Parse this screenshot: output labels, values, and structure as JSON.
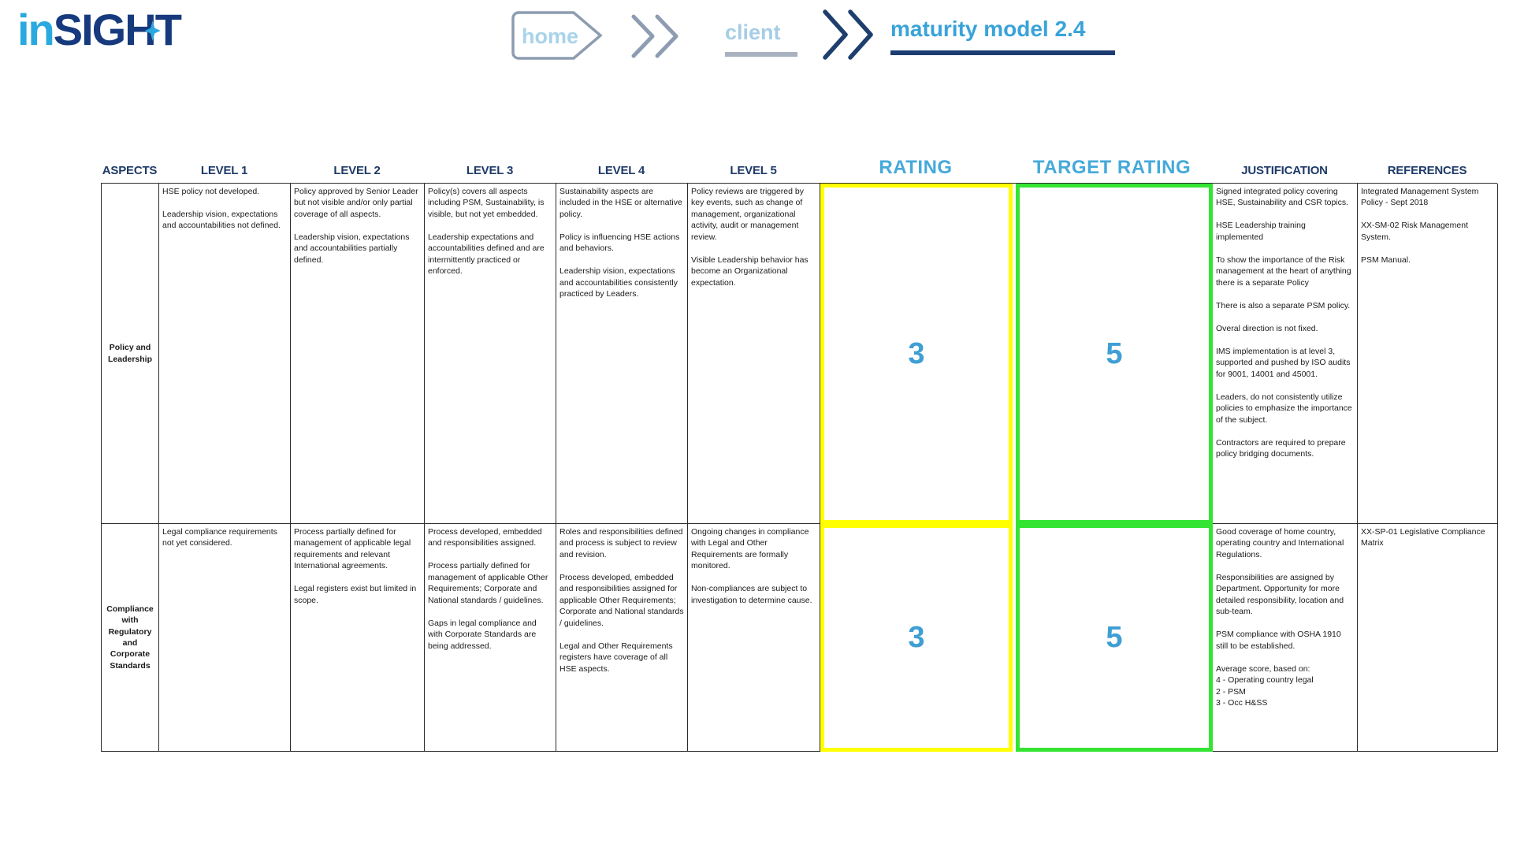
{
  "logo": {
    "light_part": "in",
    "mid_part": "SIG",
    "h_letter": "H",
    "t_letter": "T"
  },
  "breadcrumb": {
    "home_label": "home",
    "client_label": "client",
    "current_label": "maturity model 2.4"
  },
  "colors": {
    "accent_light_blue": "#3fa3d7",
    "navy": "#1e3a68",
    "rating_border": "#ffff00",
    "target_border": "#33e433"
  },
  "table": {
    "headers": {
      "aspects": "ASPECTS",
      "levels": [
        "LEVEL 1",
        "LEVEL 2",
        "LEVEL 3",
        "LEVEL 4",
        "LEVEL 5"
      ],
      "rating": "RATING",
      "target_rating": "TARGET RATING",
      "justification": "JUSTIFICATION",
      "references": "REFERENCES"
    },
    "rows": [
      {
        "aspect": "Policy and Leadership",
        "levels": [
          "HSE policy not developed.\n\nLeadership vision, expectations and accountabilities not defined.",
          "Policy approved by Senior Leader but not visible and/or only partial coverage of all aspects.\n\nLeadership vision,  expectations and accountabilities partially defined.",
          "Policy(s) covers all aspects including PSM, Sustainability, is visible, but not yet embedded.\n\nLeadership expectations and accountabilities defined and are intermittently practiced or enforced.",
          "Sustainability aspects are included in the HSE or alternative policy.\n\nPolicy is influencing HSE actions and behaviors.\n\nLeadership vision, expectations and accountabilities consistently practiced by Leaders.",
          "Policy reviews are triggered by key events, such as change of management, organizational activity, audit or management review.\n\nVisible Leadership behavior has become an Organizational expectation."
        ],
        "rating": "3",
        "target_rating": "5",
        "justification": "Signed integrated policy covering HSE, Sustainability and CSR topics.\n\nHSE Leadership training implemented\n\nTo show the importance of the Risk management at the heart of anything there is a separate Policy\n\nThere is also a separate PSM policy.\n\nOveral direction is not fixed.\n\nIMS implementation is at level 3, supported and pushed by ISO audits for 9001, 14001 and 45001.\n\nLeaders, do not consistently utilize policies to emphasize the importance of the subject.\n\nContractors are required to prepare policy bridging documents.",
        "references": "Integrated Management System Policy - Sept 2018\n\nXX-SM-02 Risk Management System.\n\nPSM Manual."
      },
      {
        "aspect": "Compliance with Regulatory and Corporate Standards",
        "levels": [
          "Legal compliance requirements not yet considered.",
          "Process partially defined for management of applicable legal requirements and relevant International agreements.\n\nLegal registers exist but limited in scope.",
          "Process developed, embedded and responsibilities assigned.\n\nProcess partially defined for management of applicable Other Requirements;  Corporate and  National standards / guidelines.\n\nGaps in legal compliance and with Corporate Standards are being addressed.",
          "Roles and responsibilities defined and process is subject to review and revision.\n\nProcess developed, embedded and responsibilities assigned for applicable Other Requirements; Corporate and National  standards /  guidelines.\n\nLegal and Other Requirements registers have coverage of all HSE aspects.",
          "Ongoing changes in compliance with Legal and Other Requirements are formally monitored.\n\nNon-compliances are subject to investigation to determine cause."
        ],
        "rating": "3",
        "target_rating": "5",
        "justification": "Good coverage of home country, operating country and International Regulations.\n\nResponsibilities are assigned by Department. Opportunity for more detailed responsibility, location and sub-team.\n\nPSM compliance with OSHA 1910 still to be established.\n\nAverage score, based on:\n4 - Operating country legal\n2 -  PSM\n3 -  Occ H&SS",
        "references": "XX-SP-01 Legislative Compliance Matrix"
      }
    ]
  }
}
